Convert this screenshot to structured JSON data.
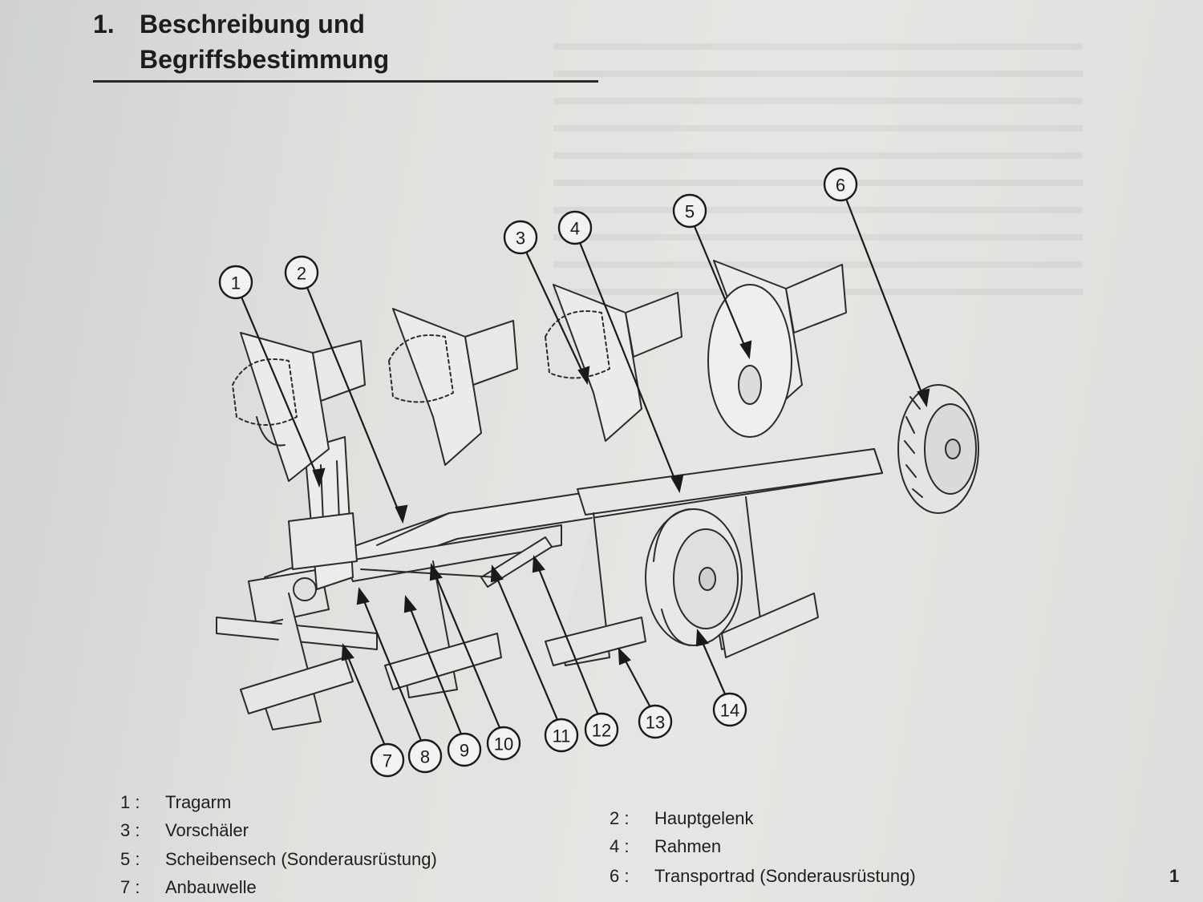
{
  "heading": {
    "number": "1.",
    "line1": "Beschreibung und",
    "line2": "Begriffsbestimmung"
  },
  "callouts": [
    "1",
    "2",
    "3",
    "4",
    "5",
    "6",
    "7",
    "8",
    "9",
    "10",
    "11",
    "12",
    "13",
    "14"
  ],
  "legend_left": [
    {
      "num": "1 :",
      "label": "Tragarm"
    },
    {
      "num": "3 :",
      "label": "Vorschäler"
    },
    {
      "num": "5 :",
      "label": "Scheibensech (Sonderausrüstung)"
    },
    {
      "num": "7 :",
      "label": "Anbauwelle"
    }
  ],
  "legend_right": [
    {
      "num": "2 :",
      "label": "Hauptgelenk"
    },
    {
      "num": "4 :",
      "label": "Rahmen"
    },
    {
      "num": "6 :",
      "label": "Transportrad (Sonderausrüstung)"
    }
  ],
  "margin_mark": "1"
}
